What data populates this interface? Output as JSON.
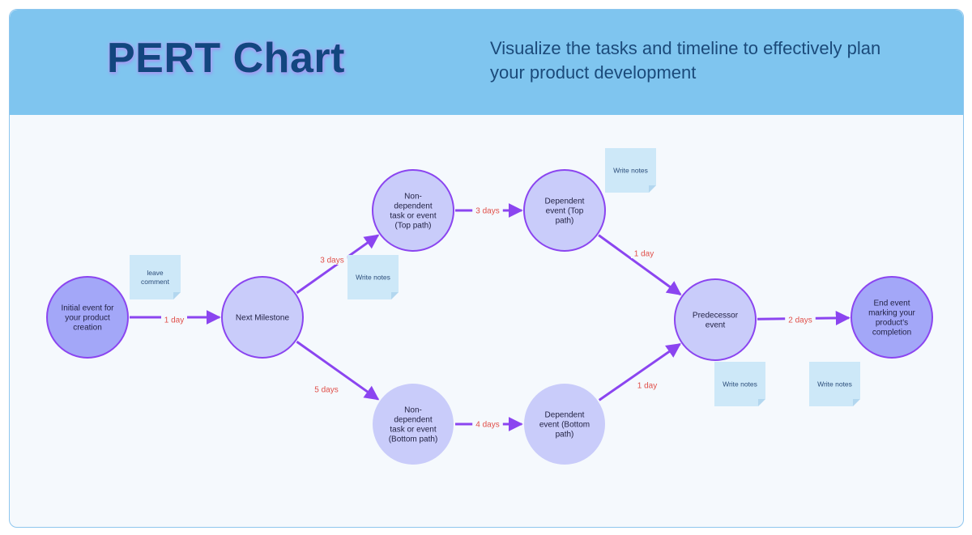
{
  "header": {
    "title": "PERT Chart",
    "subtitle": "Visualize the tasks and timeline to effectively plan your product development"
  },
  "colors": {
    "header_bg": "#7fc5ef",
    "canvas_bg": "#f5f9fd",
    "title": "#12467f",
    "arrow": "#8b45f0",
    "node_dark": "#a3a7f8",
    "node_light": "#c9ccfa",
    "node_stroke": "#8b45f0",
    "duration": "#e0504a",
    "note_bg": "#cde8f8"
  },
  "nodes": [
    {
      "id": "initial",
      "lines": [
        "Initial event for",
        "your product",
        "creation"
      ],
      "style": "dark",
      "stroke": true
    },
    {
      "id": "milestone",
      "lines": [
        "Next Milestone"
      ],
      "style": "light",
      "stroke": true
    },
    {
      "id": "nondep-top",
      "lines": [
        "Non-",
        "dependent",
        "task or event",
        "(Top path)"
      ],
      "style": "light",
      "stroke": true
    },
    {
      "id": "dep-top",
      "lines": [
        "Dependent",
        "event (Top",
        "path)"
      ],
      "style": "light",
      "stroke": true
    },
    {
      "id": "nondep-bottom",
      "lines": [
        "Non-",
        "dependent",
        "task or event",
        "(Bottom path)"
      ],
      "style": "light",
      "stroke": false
    },
    {
      "id": "dep-bottom",
      "lines": [
        "Dependent",
        "event (Bottom",
        "path)"
      ],
      "style": "light",
      "stroke": false
    },
    {
      "id": "predecessor",
      "lines": [
        "Predecessor",
        "event"
      ],
      "style": "light",
      "stroke": true
    },
    {
      "id": "end",
      "lines": [
        "End event",
        "marking your",
        "product's",
        "completion"
      ],
      "style": "dark",
      "stroke": true
    }
  ],
  "edges": [
    {
      "from": "initial",
      "to": "milestone",
      "duration": "1 day"
    },
    {
      "from": "milestone",
      "to": "nondep-top",
      "duration": "3 days"
    },
    {
      "from": "milestone",
      "to": "nondep-bottom",
      "duration": "5 days"
    },
    {
      "from": "nondep-top",
      "to": "dep-top",
      "duration": "3 days"
    },
    {
      "from": "nondep-bottom",
      "to": "dep-bottom",
      "duration": "4 days"
    },
    {
      "from": "dep-top",
      "to": "predecessor",
      "duration": "1 day"
    },
    {
      "from": "dep-bottom",
      "to": "predecessor",
      "duration": "1 day"
    },
    {
      "from": "predecessor",
      "to": "end",
      "duration": "2 days"
    }
  ],
  "notes": [
    {
      "id": "note-leave-comment",
      "lines": [
        "leave",
        "comment"
      ]
    },
    {
      "id": "note-write-1",
      "lines": [
        "Write notes"
      ]
    },
    {
      "id": "note-write-2",
      "lines": [
        "Write notes"
      ]
    },
    {
      "id": "note-write-3",
      "lines": [
        "Write notes"
      ]
    },
    {
      "id": "note-write-4",
      "lines": [
        "Write notes"
      ]
    }
  ]
}
